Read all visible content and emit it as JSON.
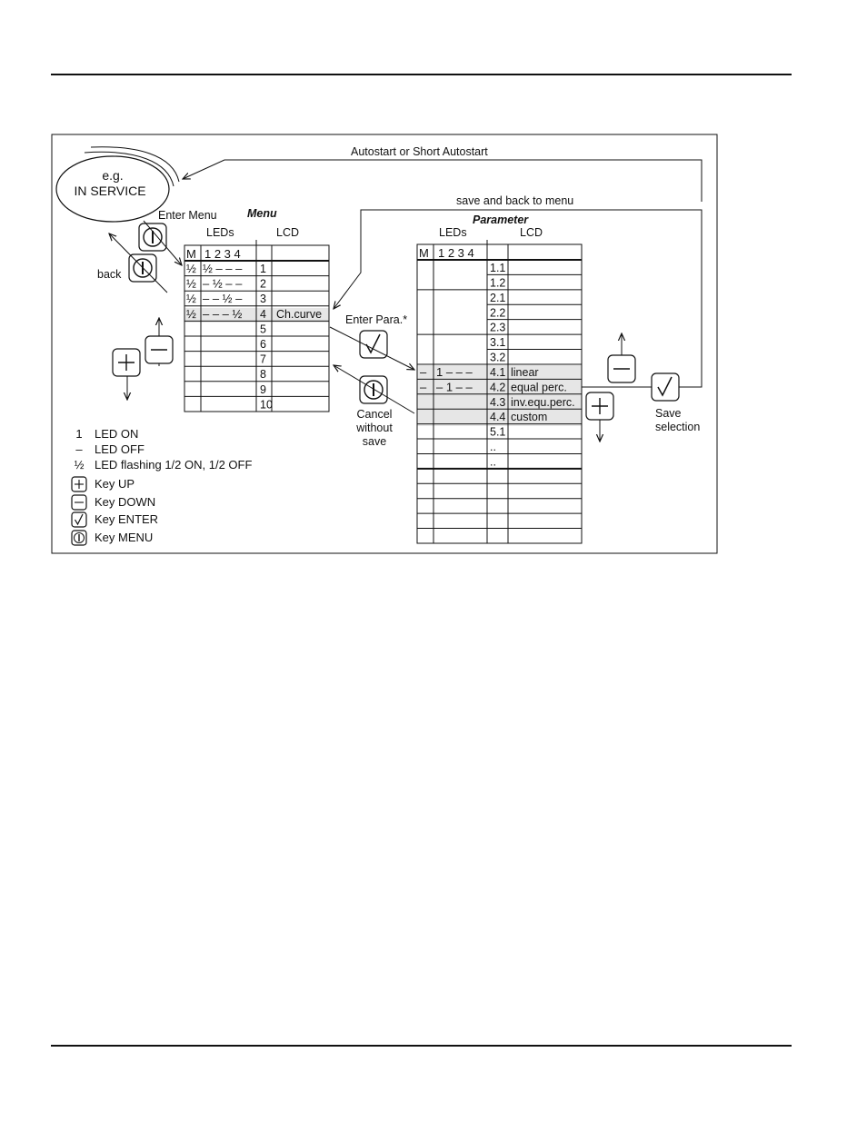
{
  "diagram": {
    "autostart_label": "Autostart or Short Autostart",
    "service_bubble": {
      "line1": "e.g.",
      "line2": "IN SERVICE"
    },
    "save_back_label": "save and back to menu",
    "enter_menu_label": "Enter Menu",
    "back_label": "back",
    "enter_para_label": "Enter Para.*",
    "cancel_label": [
      "Cancel",
      "without",
      "save"
    ],
    "save_selection_label": [
      "Save",
      "selection"
    ],
    "menu_table": {
      "title": "Menu",
      "col_leds": "LEDs",
      "col_lcd": "LCD",
      "header_m": "M",
      "header_leds": "1 2 3 4",
      "rows": [
        {
          "m": "½",
          "leds": "½ – – –",
          "num": "1",
          "lcd": ""
        },
        {
          "m": "½",
          "leds": "– ½ – –",
          "num": "2",
          "lcd": ""
        },
        {
          "m": "½",
          "leds": "– – ½ –",
          "num": "3",
          "lcd": ""
        },
        {
          "m": "½",
          "leds": "– – – ½",
          "num": "4",
          "lcd": "Ch.curve"
        },
        {
          "m": "",
          "leds": "",
          "num": "5",
          "lcd": ""
        },
        {
          "m": "",
          "leds": "",
          "num": "6",
          "lcd": ""
        },
        {
          "m": "",
          "leds": "",
          "num": "7",
          "lcd": ""
        },
        {
          "m": "",
          "leds": "",
          "num": "8",
          "lcd": ""
        },
        {
          "m": "",
          "leds": "",
          "num": "9",
          "lcd": ""
        },
        {
          "m": "",
          "leds": "",
          "num": "10",
          "lcd": ""
        }
      ]
    },
    "param_table": {
      "title": "Parameter",
      "col_leds": "LEDs",
      "col_lcd": "LCD",
      "header_m": "M",
      "header_leds": "1 2 3 4",
      "rows": [
        {
          "m": "",
          "leds": "",
          "num": "1.1",
          "lcd": ""
        },
        {
          "m": "",
          "leds": "",
          "num": "1.2",
          "lcd": ""
        },
        {
          "m": "",
          "leds": "",
          "num": "2.1",
          "lcd": ""
        },
        {
          "m": "",
          "leds": "",
          "num": "2.2",
          "lcd": ""
        },
        {
          "m": "",
          "leds": "",
          "num": "2.3",
          "lcd": ""
        },
        {
          "m": "",
          "leds": "",
          "num": "3.1",
          "lcd": ""
        },
        {
          "m": "",
          "leds": "",
          "num": "3.2",
          "lcd": ""
        },
        {
          "m": "–",
          "leds": "1 – – –",
          "num": "4.1",
          "lcd": "linear"
        },
        {
          "m": "–",
          "leds": "– 1 – –",
          "num": "4.2",
          "lcd": "equal perc."
        },
        {
          "m": "",
          "leds": "",
          "num": "4.3",
          "lcd": "inv.equ.perc."
        },
        {
          "m": "",
          "leds": "",
          "num": "4.4",
          "lcd": "custom"
        },
        {
          "m": "",
          "leds": "",
          "num": "5.1",
          "lcd": ""
        },
        {
          "m": "",
          "leds": "",
          "num": "..",
          "lcd": ""
        },
        {
          "m": "",
          "leds": "",
          "num": "..",
          "lcd": ""
        },
        {
          "m": "",
          "leds": "",
          "num": "",
          "lcd": ""
        },
        {
          "m": "",
          "leds": "",
          "num": "",
          "lcd": ""
        },
        {
          "m": "",
          "leds": "",
          "num": "",
          "lcd": ""
        },
        {
          "m": "",
          "leds": "",
          "num": "",
          "lcd": ""
        },
        {
          "m": "",
          "leds": "",
          "num": "",
          "lcd": ""
        }
      ]
    },
    "legend": [
      {
        "symbol": "1",
        "text": "LED ON"
      },
      {
        "symbol": "–",
        "text": "LED OFF"
      },
      {
        "symbol": "½",
        "text": "LED flashing 1/2 ON, 1/2 OFF"
      },
      {
        "key": "plus-key-icon",
        "text": "Key UP"
      },
      {
        "key": "minus-key-icon",
        "text": "Key DOWN"
      },
      {
        "key": "enter-key-icon",
        "text": "Key ENTER"
      },
      {
        "key": "menu-key-icon",
        "text": "Key MENU"
      }
    ]
  }
}
